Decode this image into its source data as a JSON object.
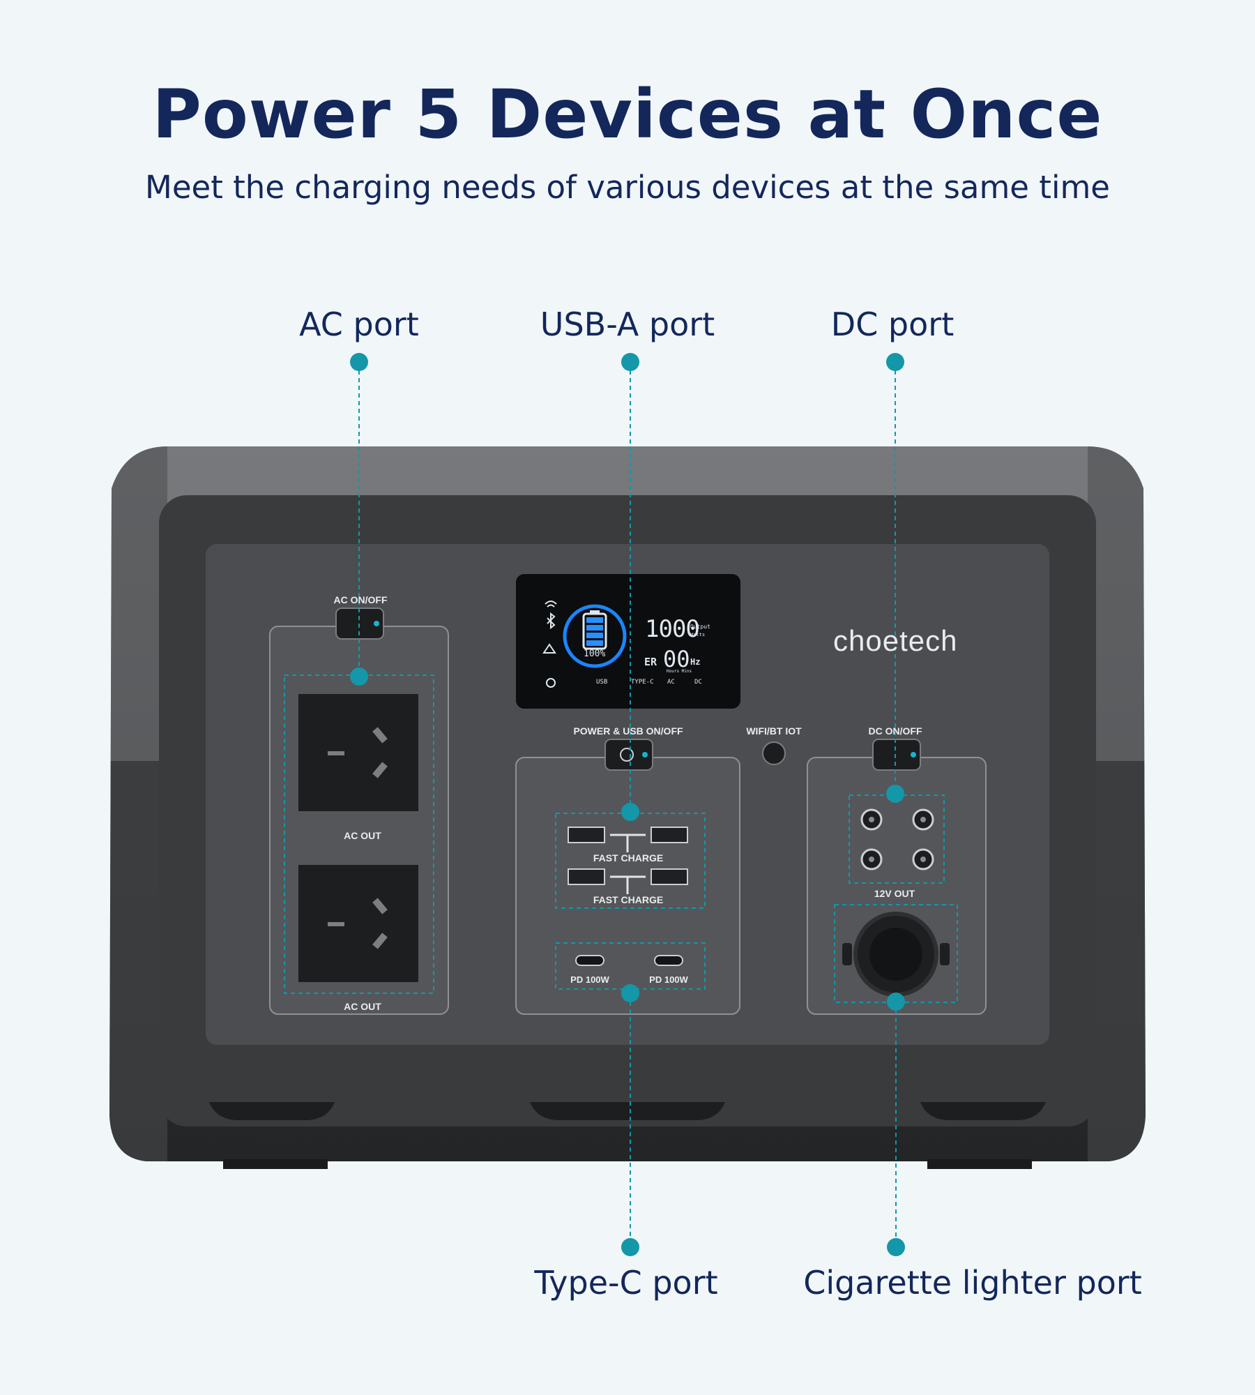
{
  "header": {
    "title": "Power 5 Devices at Once",
    "subtitle": "Meet the charging needs of various devices at the same time"
  },
  "callouts": {
    "ac_port": "AC port",
    "usb_a_port": "USB-A port",
    "dc_port": "DC port",
    "type_c_port": "Type-C port",
    "cigarette_port": "Cigarette lighter port"
  },
  "panel": {
    "brand": "choetech",
    "ac_switch": "AC ON/OFF",
    "ac_out_1": "AC OUT",
    "ac_out_2": "AC OUT",
    "power_usb_switch": "POWER & USB ON/OFF",
    "wifi_bt": "WIFI/BT IOT",
    "dc_switch": "DC ON/OFF",
    "fast_charge_1": "FAST CHARGE",
    "fast_charge_2": "FAST CHARGE",
    "pd_1": "PD 100W",
    "pd_2": "PD 100W",
    "dc_out": "12V OUT"
  },
  "display": {
    "battery_percent": "100%",
    "output_value": "1000",
    "output_unit_1": "Output",
    "output_unit_2": "Watts",
    "er_label": "ER",
    "hz_value": "00",
    "hz_unit": "Hz",
    "time_units": "Hours Mins",
    "ports": [
      "USB",
      "TYPE-C",
      "AC",
      "DC"
    ]
  },
  "colors": {
    "accent": "#1497a8",
    "title": "#13275a",
    "background": "#f1f6f9"
  }
}
